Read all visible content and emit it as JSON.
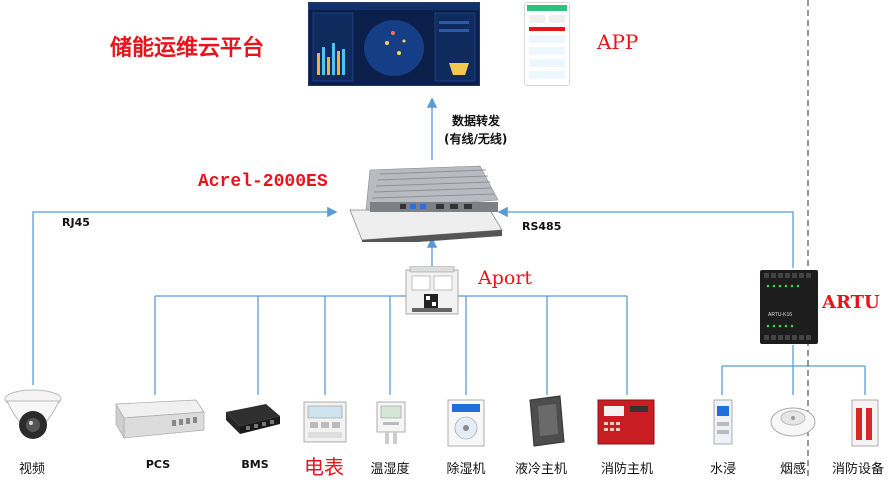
{
  "platform": {
    "title": "储能运维云平台",
    "app_label": "APP"
  },
  "forwarding": {
    "line1": "数据转发",
    "line2": "(有线/无线)"
  },
  "gateway": {
    "name": "Acrel-2000ES"
  },
  "links": {
    "rj45": "RJ45",
    "rs485": "RS485"
  },
  "aport": {
    "name": "Aport"
  },
  "artu": {
    "name": "ARTU",
    "badge": "ARTU-K16"
  },
  "devices": {
    "camera": "视频",
    "pcs": "PCS",
    "bms": "BMS",
    "meter": "电表",
    "thermo": "温湿度",
    "dehumid": "除湿机",
    "cooler": "液冷主机",
    "fire_host": "消防主机",
    "water": "水浸",
    "smoke": "烟感",
    "fire_equip": "消防设备"
  },
  "colors": {
    "line": "#5b9bd5",
    "red": "#e8141b",
    "screen": "#0b1f4a"
  }
}
